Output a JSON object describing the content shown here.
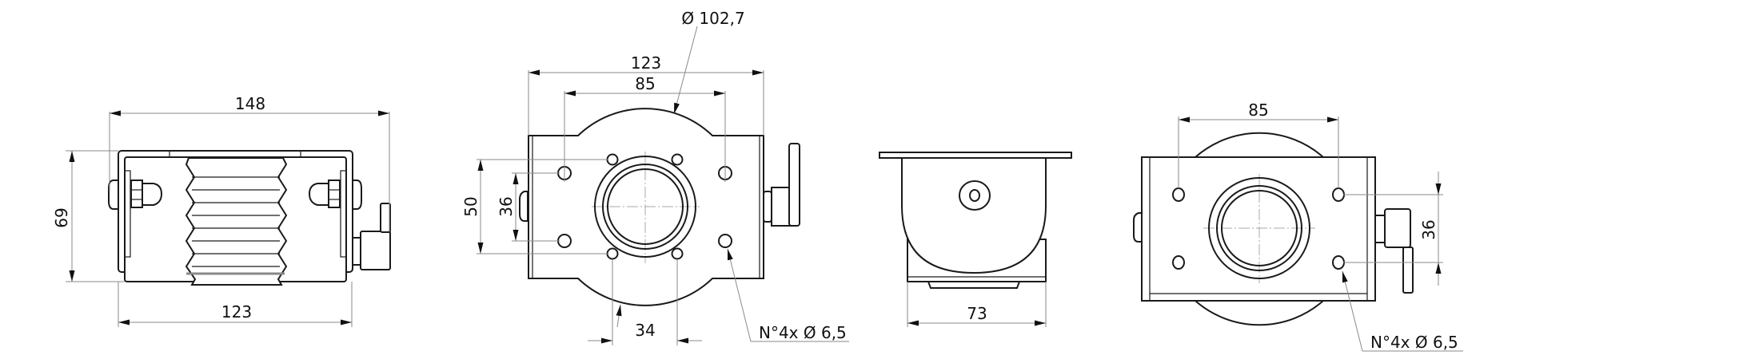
{
  "drawing": {
    "front_view": {
      "width_overall": "148",
      "width_body": "123",
      "height": "69"
    },
    "top_view": {
      "diameter": "Ø 102,7",
      "width_plate": "123",
      "hole_spacing_x": "85",
      "hole_spacing_y_outer": "50",
      "hole_spacing_y_inner": "36",
      "inner_hole_spacing": "34",
      "hole_note": "N°4x Ø 6,5"
    },
    "side_view": {
      "width": "73"
    },
    "bottom_view": {
      "hole_spacing_x": "85",
      "hole_spacing_y": "36",
      "hole_note": "N°4x Ø 6,5"
    }
  },
  "colors": {
    "line": "#1a1a1a",
    "dimension": "#8a8a8a"
  }
}
